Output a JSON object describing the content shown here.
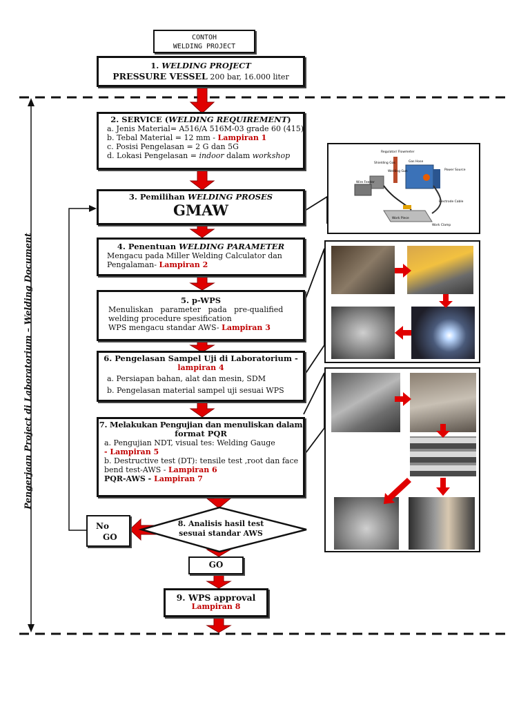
{
  "header": {
    "line1": "CONTOH",
    "line2": "WELDING PROJECT"
  },
  "step1": {
    "label": "1. WELDING PROJECT",
    "subject": "PRESSURE VESSEL",
    "spec": "200 bar, 16.000 liter"
  },
  "step2": {
    "label": "2. SERVICE (WELDING REQUIREMENT)",
    "items": {
      "a": "a. Jenis Material= A516/A 516M-03 grade 60 (415)",
      "b": "b. Tebal Material = 12 mm - ",
      "b_ref": "Lampiran 1",
      "c": "c. Posisi  Pengelasan = 2 G dan 5G",
      "d_pre": "d. Lokasi Pengelasan = ",
      "d_it1": "indoor",
      "d_mid": " dalam ",
      "d_it2": "workshop"
    }
  },
  "step3": {
    "label": "3. Pemilihan WELDING PROSES",
    "process": "GMAW"
  },
  "step4": {
    "label": "4. Penentuan WELDING PARAMETER",
    "line1": "Mengacu pada Miller Welding Calculator dan",
    "line2": "Pengalaman- ",
    "ref": "Lampiran 2"
  },
  "step5": {
    "label": "5. p-WPS",
    "line1": "Menuliskan   parameter   pada   pre-qualified",
    "line2": "welding procedure spesification",
    "line3": "WPS mengacu standar AWS- ",
    "ref": "Lampiran 3"
  },
  "step6": {
    "label": "6. Pengelasan Sampel Uji di Laboratorium -",
    "ref": "lampiran 4",
    "a": "a. Persiapan bahan, alat dan mesin,  SDM",
    "b": "b. Pengelasan material sampel uji sesuai WPS"
  },
  "step7": {
    "label1": "7. Melakukan Pengujian dan menuliskan dalam",
    "label2": "format PQR",
    "a": "a. Pengujian NDT, visual tes: Welding Gauge",
    "a_ref": "- Lampiran 5",
    "b1": "b. Destructive test (DT): tensile test ,root dan face",
    "b2": "bend test-AWS - ",
    "b_ref": "Lampiran 6",
    "c": "PQR-AWS - ",
    "c_ref": "Lampiran 7"
  },
  "step8": {
    "line1": "8. Analisis hasil test",
    "line2": "sesuai standar AWS"
  },
  "nogo": {
    "line1": "No",
    "line2": "GO"
  },
  "go": {
    "label": "GO"
  },
  "step9": {
    "label": "9. WPS approval",
    "ref": "Lampiran 8"
  },
  "side_label": "Pengerjaan Project di Laboratorium – Welding Document",
  "gmaw_diagram": {
    "labels": [
      "Regulator/ Flowmeter",
      "Gas Hose",
      "Shielding Gas",
      "Welding Gun",
      "Power Source",
      "Wire Feeder",
      "Electrode Cable",
      "Work Piece",
      "Work Clamp"
    ]
  },
  "colors": {
    "arrow": "#e00000",
    "border": "#111111",
    "reference": "#c00000"
  }
}
